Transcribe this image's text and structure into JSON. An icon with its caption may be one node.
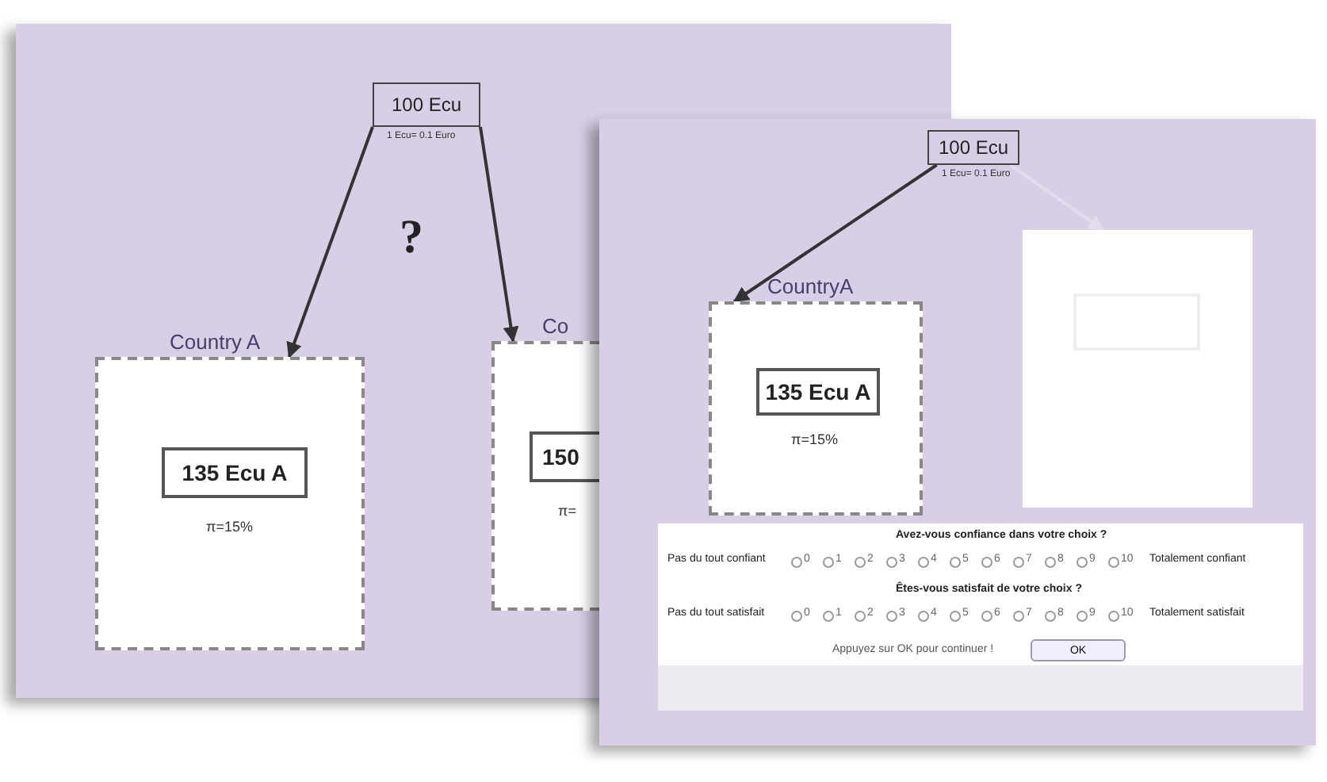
{
  "diagram": {
    "nodes": [
      {
        "text": [
          "100 Ecu"
        ],
        "beside": [
          "1 Ecu= 0.1 Euro"
        ]
      },
      {
        "text": [
          "Country A",
          "π=15%"
        ]
      },
      {
        "text": [
          "135  Ecu A"
        ],
        "in": 1
      },
      {
        "text": [
          "Co",
          "π="
        ]
      },
      {
        "text": [
          "150"
        ],
        "in": 3
      },
      {
        "text": [
          "100 Ecu"
        ],
        "beside": [
          "1 Ecu= 0.1 Euro"
        ]
      },
      {
        "text": [
          "CountryA",
          "π=15%"
        ]
      },
      {
        "text": [
          "135  Ecu A"
        ],
        "in": 6
      },
      {
        "text": [],
        "shape": "box"
      },
      {
        "text": [],
        "shape": "box",
        "in": 8
      }
    ],
    "edges": [
      {
        "from": 0,
        "to": 1,
        "arrow": "to"
      },
      {
        "from": 0,
        "to": 3,
        "arrow": "to"
      },
      {
        "from": 5,
        "to": 6,
        "arrow": "to"
      },
      {
        "from": 5,
        "to": 8,
        "arrow": "to",
        "color": "#e4dcec"
      }
    ],
    "labels": [
      "?",
      "Avez-vous confiance dans votre choix ?",
      "Pas du tout confiant",
      "0",
      "1",
      "2",
      "3",
      "4",
      "5",
      "6",
      "7",
      "8",
      "9",
      "10",
      "Totalement confiant",
      "Êtes-vous satisfait de votre choix ?",
      "Pas du tout satisfait",
      "0",
      "1",
      "2",
      "3",
      "4",
      "5",
      "6",
      "7",
      "8",
      "9",
      "10",
      "Totalement satisfait",
      "Appuyez sur OK pour continuer !",
      "OK"
    ]
  }
}
